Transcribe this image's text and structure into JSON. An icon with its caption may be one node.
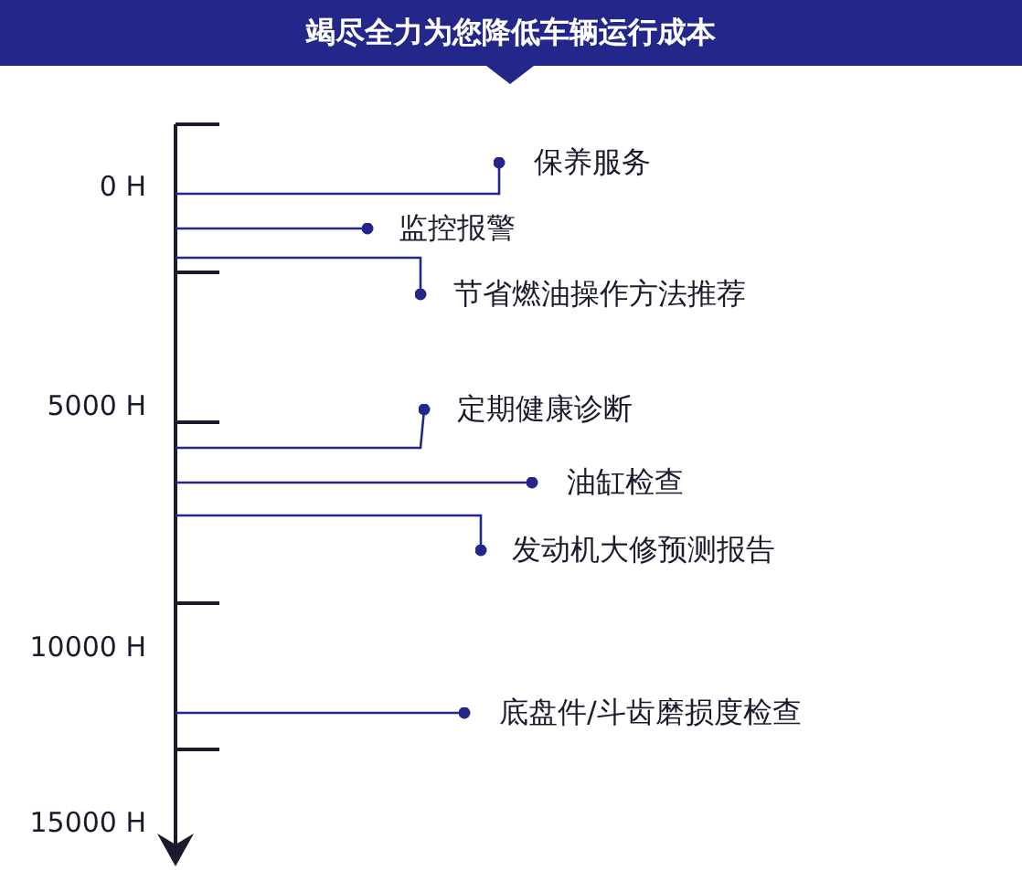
{
  "diagram": {
    "title": "竭尽全力为您降低车辆运行成本",
    "nodes": [
      {
        "text": [
          "保养服务"
        ]
      },
      {
        "text": [
          "监控报警"
        ]
      },
      {
        "text": [
          "节省燃油操作方法推荐"
        ]
      },
      {
        "text": [
          "定期健康诊断"
        ]
      },
      {
        "text": [
          "油缸检查"
        ]
      },
      {
        "text": [
          "发动机大修预测报告"
        ]
      },
      {
        "text": [
          "底盘件/斗齿磨损度检查"
        ]
      }
    ],
    "edges": [
      {
        "from": 0,
        "to": null,
        "arrow": "other"
      },
      {
        "from": 1,
        "to": null,
        "arrow": "other"
      },
      {
        "from": 2,
        "to": null,
        "arrow": "other"
      },
      {
        "from": 3,
        "to": null,
        "arrow": "other"
      },
      {
        "from": 4,
        "to": null,
        "arrow": "other"
      },
      {
        "from": 5,
        "to": null,
        "arrow": "other"
      },
      {
        "from": 6,
        "to": null,
        "arrow": "other"
      }
    ],
    "labels": [
      "0 H",
      "5000 H",
      "10000 H",
      "15000 H"
    ]
  }
}
